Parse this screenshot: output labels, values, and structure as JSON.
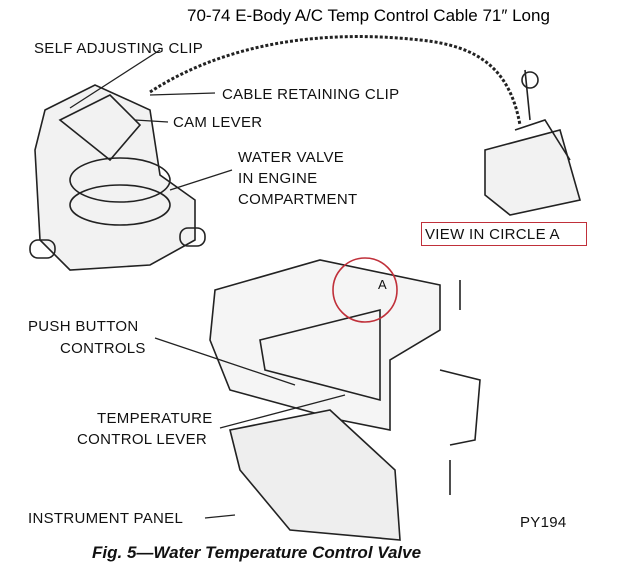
{
  "title": "70-74 E-Body A/C Temp Control Cable 71″ Long",
  "labels": {
    "self_adjusting_clip": "SELF ADJUSTING CLIP",
    "cable_retaining_clip": "CABLE RETAINING CLIP",
    "cam_lever": "CAM LEVER",
    "water_valve_1": "WATER VALVE",
    "water_valve_2": "IN ENGINE",
    "water_valve_3": "COMPARTMENT",
    "view_in_circle": "VIEW IN CIRCLE A",
    "push_button_1": "PUSH BUTTON",
    "push_button_2": "CONTROLS",
    "temp_lever_1": "TEMPERATURE",
    "temp_lever_2": "CONTROL LEVER",
    "instrument_panel": "INSTRUMENT PANEL",
    "circle_a": "A",
    "part_code": "PY194"
  },
  "caption": "Fig. 5—Water Temperature Control Valve",
  "colors": {
    "highlight": "#c0303a"
  }
}
